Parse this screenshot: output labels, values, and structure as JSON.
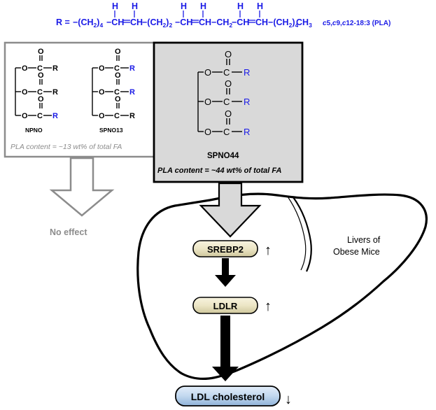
{
  "formula": {
    "r_eq": "R =",
    "g1": "−(CH",
    "g1_sub": "2",
    "g1_end": ")",
    "g1_sub2": "4",
    "g2": "−CH",
    "g3": "CH",
    "g4": "−(CH",
    "g4_sub": "2",
    "g4_end": ")",
    "g4_sub2": "2",
    "g5": "−CH",
    "g6": "CH−CH",
    "g6_sub": "2",
    "g7": "−CH",
    "g8": "CH−(CH",
    "g8_sub": "2",
    "g8_end": ")",
    "g8_sub2": "4",
    "g9": "CH",
    "g9_sub": "3",
    "h": "H",
    "isomer_c5": "c",
    "isomer_5": "5,",
    "isomer_c9": "c",
    "isomer_9": "9,",
    "isomer_c12": "c",
    "isomer_rest": "12-18:3 (PLA)"
  },
  "chem": {
    "O": "O",
    "C": "C",
    "R": "R"
  },
  "left_box": {
    "npno_label": "NPNO",
    "spno13_label": "SPNO13",
    "content": "PLA content = ~13 wt% of total FA"
  },
  "center_box": {
    "spno44_label": "SPNO44",
    "content": "PLA content = ~44 wt% of total FA"
  },
  "no_effect": "No effect",
  "liver_label_line1": "Livers of",
  "liver_label_line2": "Obese Mice",
  "pathway": {
    "srebp2": "SREBP2",
    "ldlr": "LDLR",
    "ldl": "LDL cholesterol",
    "srebp2_dir": "↑",
    "ldlr_dir": "↑",
    "ldl_dir": "↓"
  },
  "colors": {
    "blue": "#1a1ae6",
    "gray_text": "#8c8c8c",
    "box_fill": "#d9d9d9",
    "pill_fill": "#ece7c9",
    "ldl_fill": "#c5daf0"
  }
}
